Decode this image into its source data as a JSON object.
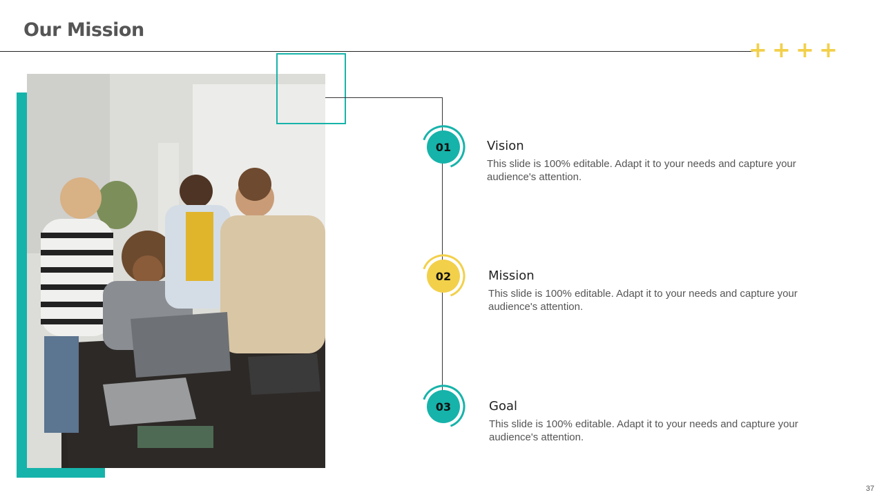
{
  "slide": {
    "title": "Our Mission",
    "page_number": "37",
    "decorations": [
      "+",
      "+",
      "+",
      "+"
    ],
    "colors": {
      "teal": "#16b3aa",
      "yellow": "#f2d04a",
      "title_gray": "#555555"
    }
  },
  "timeline": [
    {
      "number": "01",
      "heading": "Vision",
      "text": "This slide is 100% editable. Adapt it to your needs and capture your audience's attention.",
      "color": "#16b3aa"
    },
    {
      "number": "02",
      "heading": "Mission",
      "text": "This slide is 100% editable. Adapt it to your needs and capture your audience's attention.",
      "color": "#f2d04a"
    },
    {
      "number": "03",
      "heading": "Goal",
      "text": "This slide is 100% editable. Adapt it to your needs and capture your audience's attention.",
      "color": "#16b3aa"
    }
  ]
}
